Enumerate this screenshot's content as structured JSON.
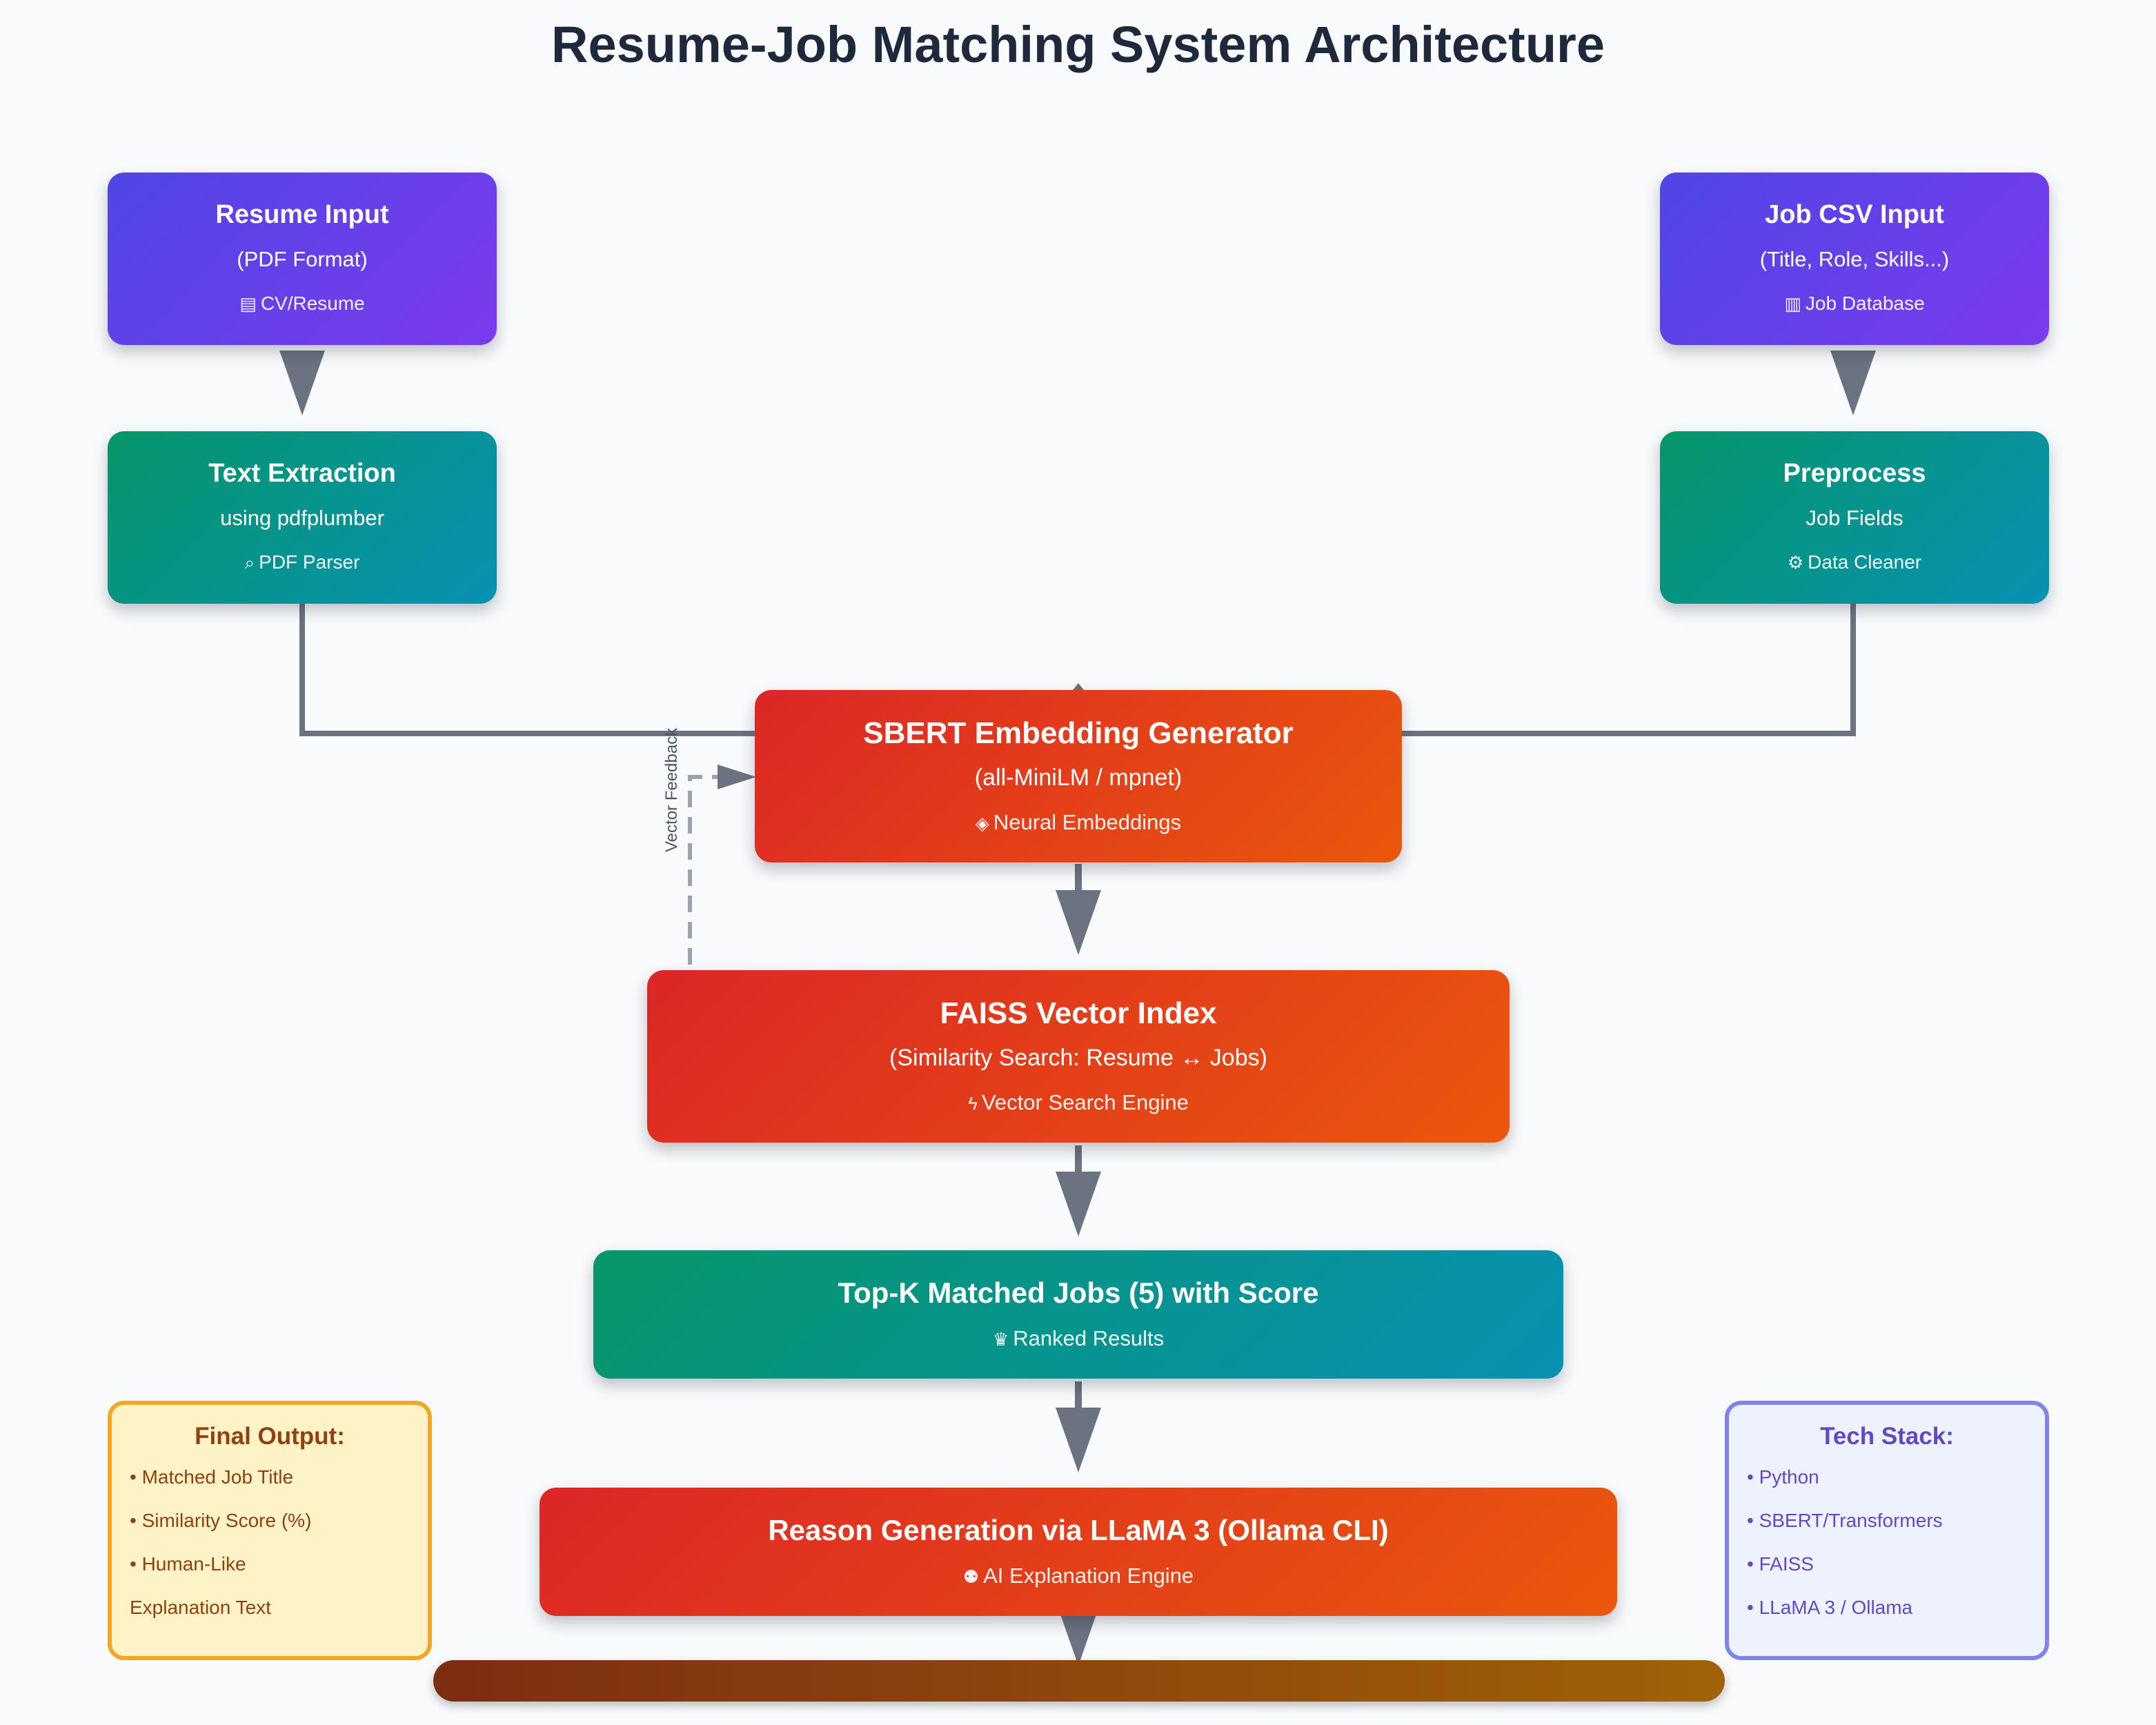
{
  "title": "Resume-Job Matching System Architecture",
  "colors": {
    "purple": [
      "#4f46e5",
      "#7c3aed"
    ],
    "teal": [
      "#059669",
      "#0891b2"
    ],
    "red": [
      "#dc2626",
      "#ea580c"
    ],
    "arrow": "#6b7280",
    "output_bg": "#fef3c7",
    "tech_bg": "#eef2ff"
  },
  "nodes": {
    "resume_input": {
      "title": "Resume Input",
      "subtitle": "(PDF Format)",
      "tag": "CV/Resume",
      "icon": "page-icon"
    },
    "job_csv_input": {
      "title": "Job CSV Input",
      "subtitle": "(Title, Role, Skills...)",
      "tag": "Job Database",
      "icon": "chart-icon"
    },
    "text_extraction": {
      "title": "Text Extraction",
      "subtitle": "using pdfplumber",
      "tag": "PDF Parser",
      "icon": "search-icon"
    },
    "preprocess": {
      "title": "Preprocess",
      "subtitle": "Job Fields",
      "tag": "Data Cleaner",
      "icon": "gear-icon"
    },
    "sbert": {
      "title": "SBERT Embedding Generator",
      "subtitle": "(all-MiniLM / mpnet)",
      "tag": "Neural Embeddings",
      "icon": "brain-icon"
    },
    "faiss": {
      "title": "FAISS Vector Index",
      "subtitle": "(Similarity Search: Resume ↔ Jobs)",
      "tag": "Vector Search Engine",
      "icon": "lightning-icon"
    },
    "topk": {
      "title": "Top-K Matched Jobs (5) with Score",
      "tag": "Ranked Results",
      "icon": "trophy-icon"
    },
    "reason": {
      "title": "Reason Generation via LLaMA 3 (Ollama CLI)",
      "tag": "AI Explanation Engine",
      "icon": "robot-icon"
    }
  },
  "feedback_label": "Vector Feedback",
  "final_output": {
    "title": "Final Output:",
    "items": [
      "• Matched Job Title",
      "• Similarity Score (%)",
      "• Human-Like",
      "Explanation Text"
    ]
  },
  "tech_stack": {
    "title": "Tech Stack:",
    "items": [
      "• Python",
      "• SBERT/Transformers",
      "• FAISS",
      "• LLaMA 3 / Ollama"
    ]
  }
}
